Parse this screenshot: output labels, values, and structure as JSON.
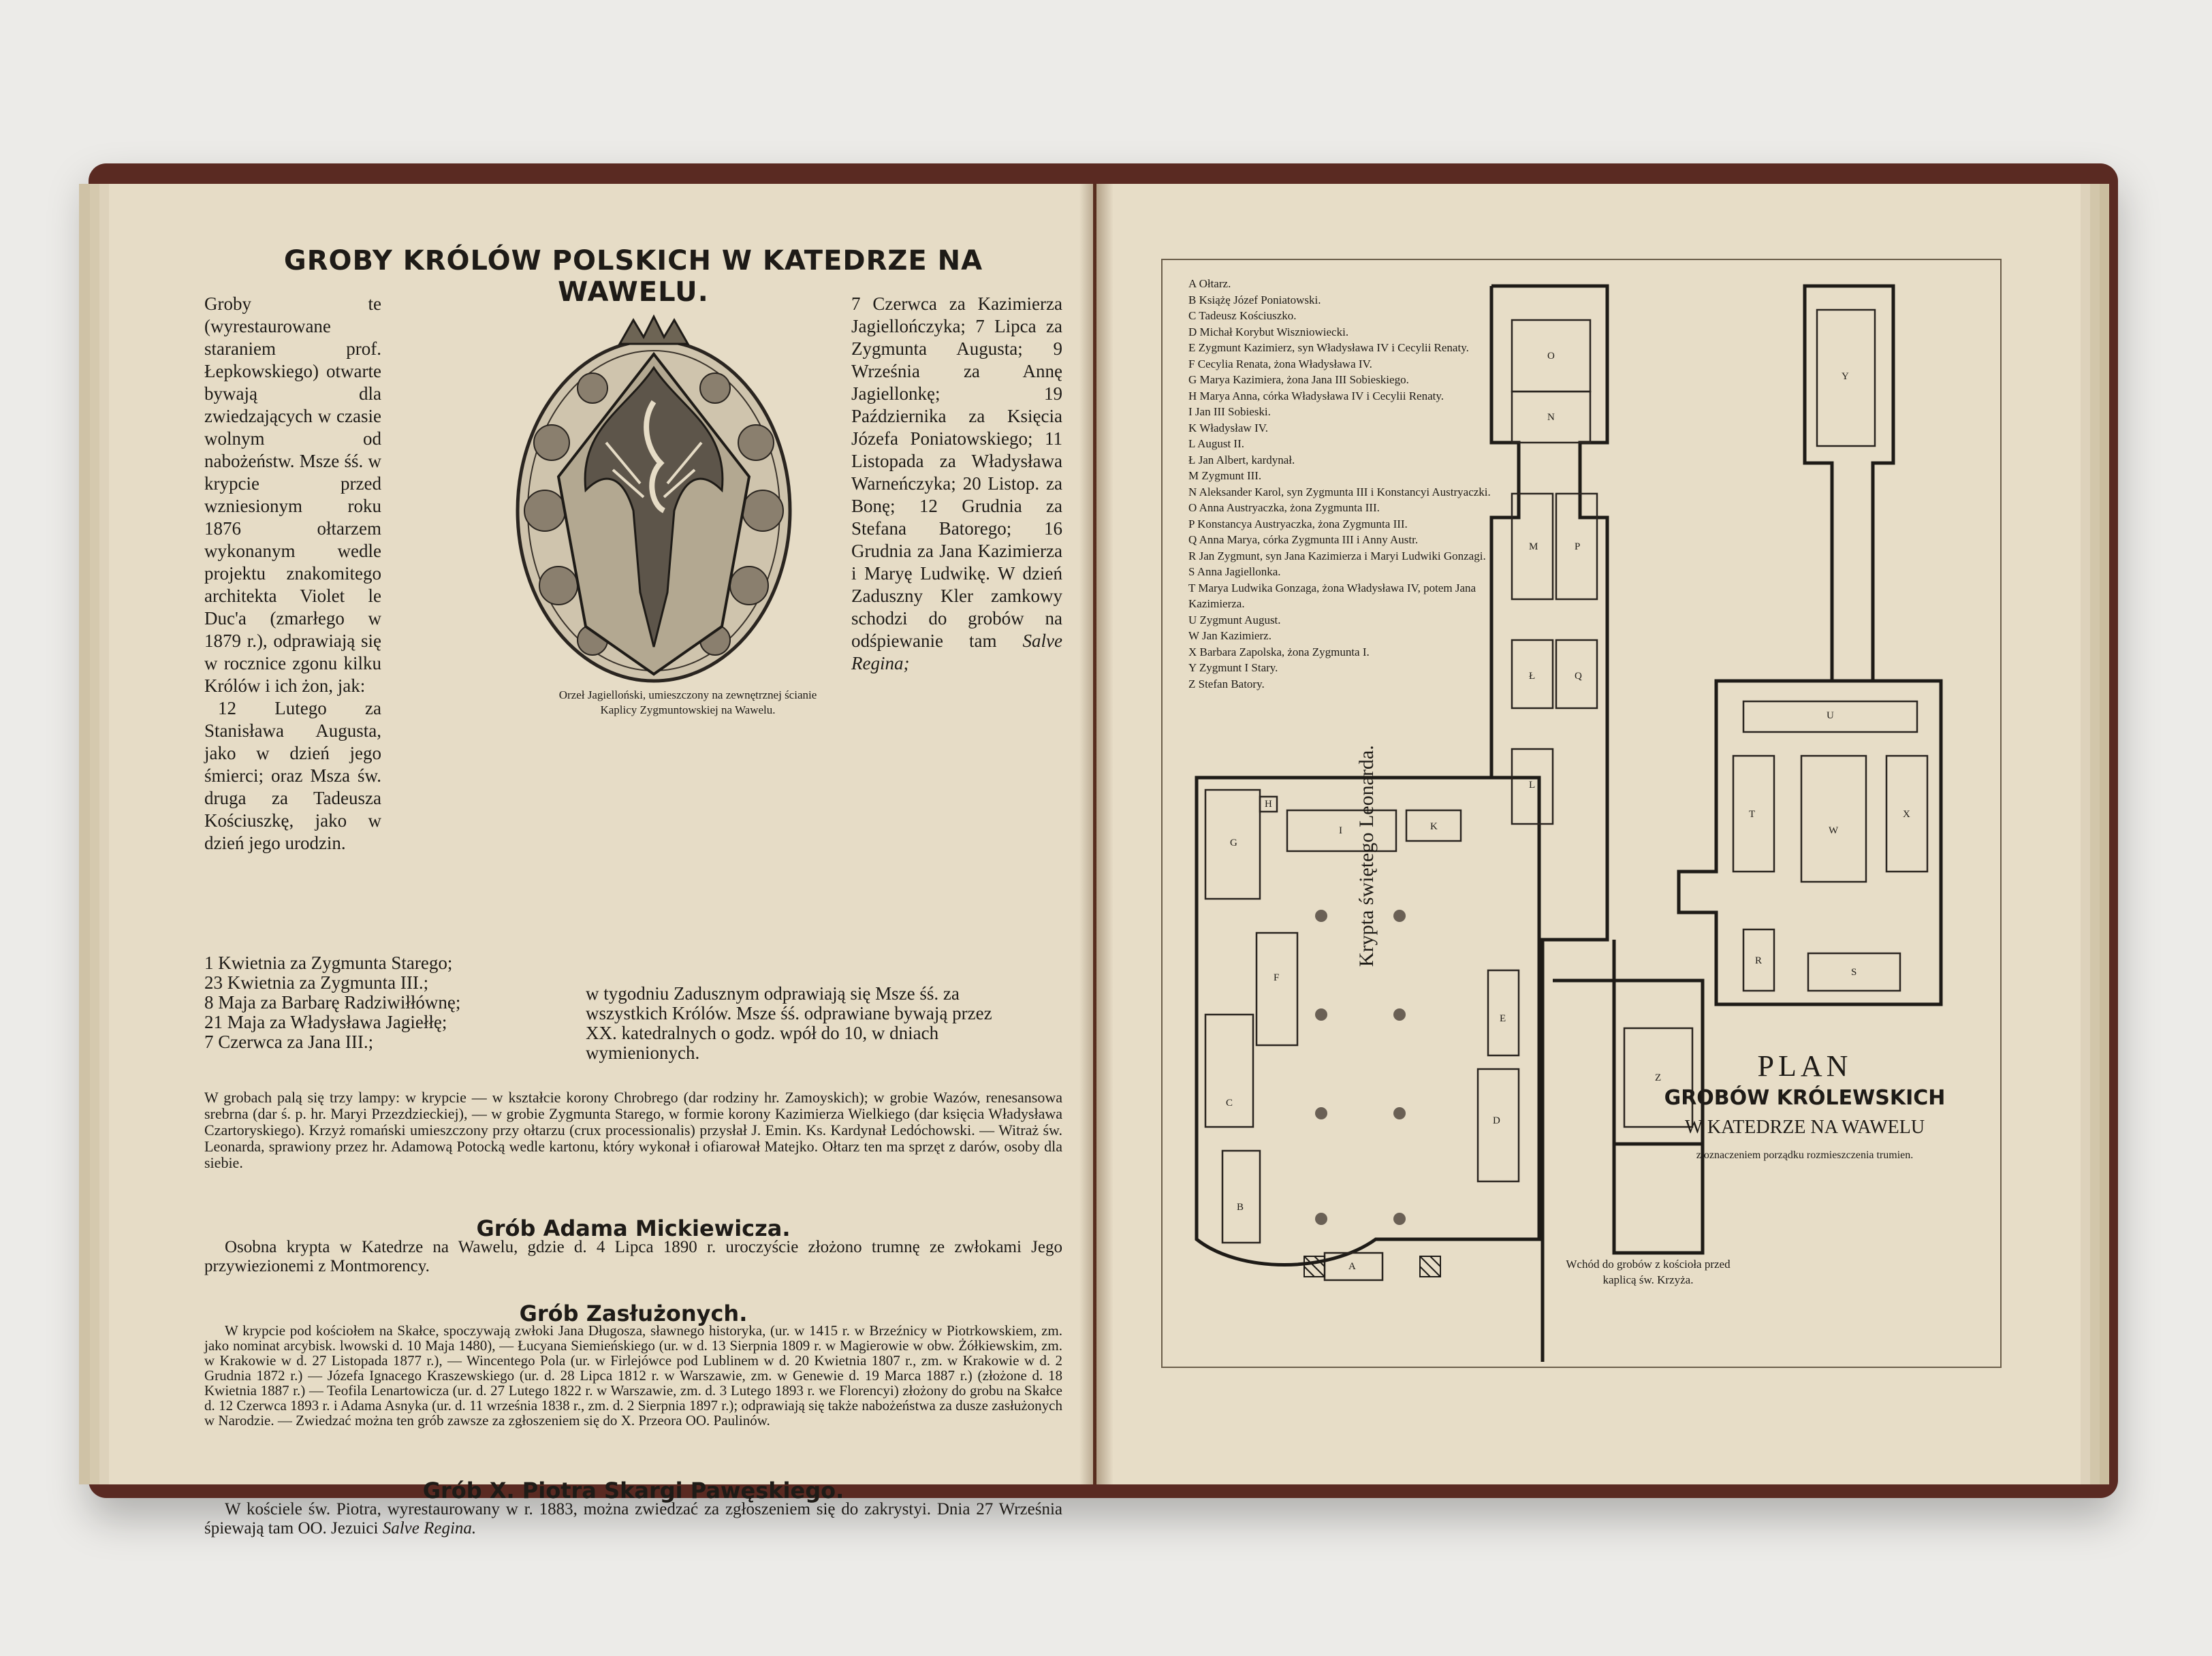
{
  "left_page": {
    "title": "GROBY KRÓLÓW POLSKICH W KATEDRZE NA WAWELU.",
    "col_left": "Groby te (wyrestaurowane staraniem prof. Łepkowskiego) otwarte bywają dla zwiedzających w czasie wolnym od nabożeństw. Msze śś. w krypcie przed wzniesionym roku 1876 ołtarzem wykonanym wedle projektu znakomitego architekta Violet le Duc'a (zmarłego w 1879 r.), odprawiają się w rocznice zgonu kilku Królów i ich żon, jak:",
    "col_left_dates": "12 Lutego za Stanisława Augusta, jako w dzień jego śmierci; oraz Msza św. druga za Tadeusza Kościuszkę, jako w dzień jego urodzin.",
    "col_right": "7 Czerwca za Kazimierza Jagiellończyka; 7 Lipca za Zygmunta Augusta; 9 Września za Annę Jagiellonkę; 19 Października za Księcia Józefa Poniatowskiego; 11 Listopada za Władysława Warneńczyka; 20 Listop. za Bonę; 12 Grudnia za Stefana Batorego; 16 Grudnia za Jana Kazimierza i Maryę Ludwikę. W dzień Zaduszny Kler zamkowy schodzi do grobów na odśpiewanie tam",
    "col_right_italic": "Salve Regina;",
    "caption": "Orzeł Jagielloński, umieszczony na zewnętrznej ścianie Kaplicy Zygmuntowskiej na Wawelu.",
    "list": [
      "1 Kwietnia za Zygmunta Starego;",
      "23 Kwietnia za Zygmunta III.;",
      "8 Maja za Barbarę Radziwiłłównę;",
      "21 Maja za Władysława Jagiełłę;",
      "7 Czerwca za Jana III.;"
    ],
    "cont": "w tygodniu Zadusznym odprawiają się Msze śś. za wszystkich Królów. Msze śś. odprawiane bywają przez XX. katedralnych o godz. wpół do 10, w dniach wymienionych.",
    "lamps": "W grobach palą się trzy lampy: w krypcie — w kształcie korony Chrobrego (dar rodziny hr. Zamoyskich); w grobie Wazów, renesansowa srebrna (dar ś. p. hr. Maryi Przezdzieckiej), — w grobie Zygmunta Starego, w formie korony Kazimierza Wielkiego (dar księcia Władysława Czartoryskiego). Krzyż romański umieszczony przy ołtarzu (crux processionalis) przysłał J. Emin. Ks. Kardynał Ledóchowski. — Witraż św. Leonarda, sprawiony przez hr. Adamową Potocką wedle kartonu, który wykonał i ofiarował Matejko. Ołtarz ten ma sprzęt z darów, osoby dla siebie.",
    "h_mickiewicz": "Grób Adama Mickiewicza.",
    "mickiewicz": "Osobna krypta w Katedrze na Wawelu, gdzie d. 4 Lipca 1890 r. uroczyście złożono trumnę ze zwłokami Jego przywiezionemi z Montmorency.",
    "h_zasluzonych": "Grób Zasłużonych.",
    "zasluzonych": "W krypcie pod kościołem na Skałce, spoczywają zwłoki Jana Długosza, sławnego historyka, (ur. w 1415 r. w Brzeźnicy w Piotrkowskiem, zm. jako nominat arcybisk. lwowski d. 10 Maja 1480), — Łucyana Siemieńskiego (ur. w d. 13 Sierpnia 1809 r. w Magierowie w obw. Żółkiewskim, zm. w Krakowie w d. 27 Listopada 1877 r.), — Wincentego Pola (ur. w Firlejówce pod Lublinem w d. 20 Kwietnia 1807 r., zm. w Krakowie w d. 2 Grudnia 1872 r.) — Józefa Ignacego Kraszewskiego (ur. d. 28 Lipca 1812 r. w Warszawie, zm. w Genewie d. 19 Marca 1887 r.) (złożone d. 18 Kwietnia 1887 r.) — Teofila Lenartowicza (ur. d. 27 Lutego 1822 r. w Warszawie, zm. d. 3 Lutego 1893 r. we Florencyi) złożony do grobu na Skałce d. 12 Czerwca 1893 r. i Adama Asnyka (ur. d. 11 września 1838 r., zm. d. 2 Sierpnia 1897 r.); odprawiają się także nabożeństwa za dusze zasłużonych w Narodzie. — Zwiedzać można ten grób zawsze za zgłoszeniem się do X. Przeora OO. Paulinów.",
    "h_skarga": "Grób X. Piotra Skargi Pawęskiego.",
    "skarga": "W kościele św. Piotra, wyrestaurowany w r. 1883, można zwiedzać za zgłoszeniem się do zakrystyi. Dnia 27 Września śpiewają tam OO. Jezuici",
    "skarga_italic": "Salve Regina."
  },
  "right_page": {
    "legend": [
      "A  Ołtarz.",
      "B  Książę Józef Poniatowski.",
      "C  Tadeusz Kościuszko.",
      "D  Michał Korybut Wiszniowiecki.",
      "E  Zygmunt Kazimierz, syn Władysława IV i Cecylii Renaty.",
      "F  Cecylia Renata, żona Władysława IV.",
      "G  Marya Kazimiera, żona Jana III Sobieskiego.",
      "H  Marya Anna, córka Władysława IV i Cecylii Renaty.",
      "I  Jan III Sobieski.",
      "K  Władysław IV.",
      "L  August II.",
      "Ł  Jan Albert, kardynał.",
      "M  Zygmunt III.",
      "N  Aleksander Karol, syn Zygmunta III i Konstancyi Austryaczki.",
      "O  Anna Austryaczka, żona Zygmunta III.",
      "P  Konstancya Austryaczka, żona Zygmunta III.",
      "Q  Anna Marya, córka Zygmunta III i Anny Austr.",
      "R  Jan Zygmunt, syn Jana Kazimierza i Maryi Ludwiki Gonzagi.",
      "S  Anna Jagiellonka.",
      "T  Marya Ludwika Gonzaga, żona Władysława IV, potem Jana Kazimierza.",
      "U  Zygmunt August.",
      "W  Jan Kazimierz.",
      "X  Barbara Zapolska, żona Zygmunta I.",
      "Y  Zygmunt I Stary.",
      "Z  Stefan Batory."
    ],
    "plan_title_1": "PLAN",
    "plan_title_2": "GROBÓW KRÓLEWSKICH",
    "plan_title_3": "W KATEDRZE NA WAWELU",
    "plan_title_4": "z oznaczeniem porządku rozmieszczenia trumien.",
    "crypt_label": "Krypta świętego Leonarda.",
    "entry_label": "Wchód do grobów z kościoła przed kaplicą św. Krzyża.",
    "letters": [
      "A",
      "B",
      "C",
      "D",
      "E",
      "F",
      "G",
      "H",
      "I",
      "K",
      "L",
      "Ł",
      "M",
      "N",
      "O",
      "P",
      "Q",
      "R",
      "S",
      "T",
      "U",
      "W",
      "X",
      "Y",
      "Z"
    ]
  },
  "colors": {
    "paper": "#e6dcc6",
    "ink": "#1e1b17",
    "cover": "#5a2a22"
  }
}
